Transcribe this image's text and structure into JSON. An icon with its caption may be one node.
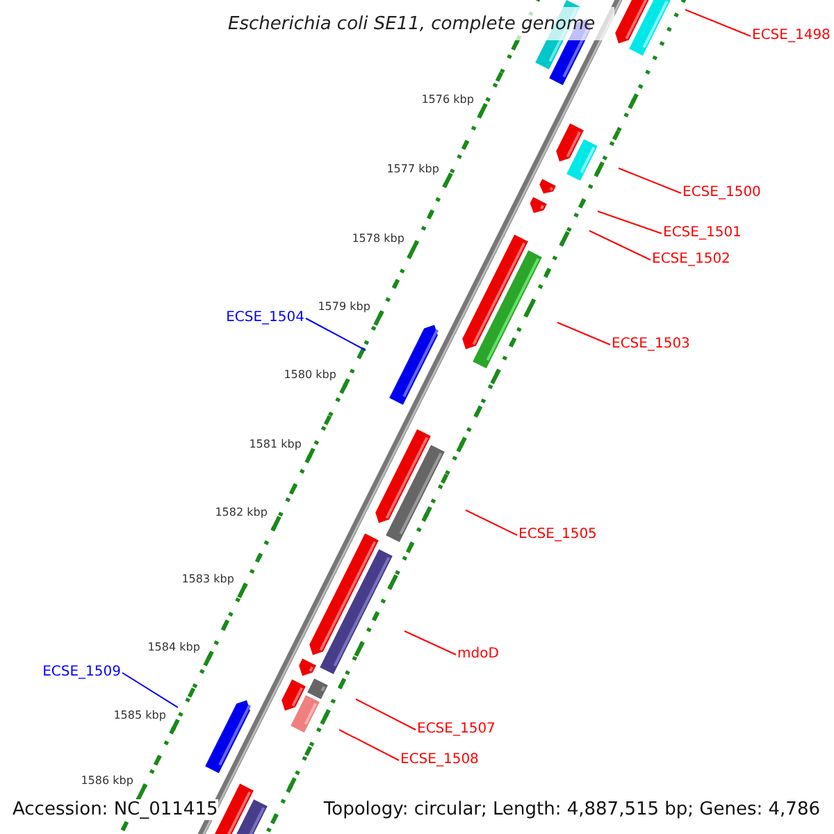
{
  "diagram": {
    "title": "Escherichia coli SE11, complete genome",
    "nodes": [
      {
        "text": [
          "ECSE_1498"
        ]
      },
      {
        "text": [
          "ECSE_1500"
        ]
      },
      {
        "text": [
          "ECSE_1501"
        ]
      },
      {
        "text": [
          "ECSE_1502"
        ]
      },
      {
        "text": [
          "ECSE_1504"
        ]
      },
      {
        "text": [
          "ECSE_1503"
        ]
      },
      {
        "text": [
          "ECSE_1505"
        ]
      },
      {
        "text": [
          "mdoD"
        ]
      },
      {
        "text": [
          "ECSE_1509"
        ]
      },
      {
        "text": [
          "ECSE_1507"
        ]
      },
      {
        "text": [
          "ECSE_1508"
        ]
      }
    ],
    "edges": [
      {
        "from": 0,
        "to": null,
        "arrow": "none"
      },
      {
        "from": 1,
        "to": null,
        "arrow": "none"
      },
      {
        "from": 2,
        "to": null,
        "arrow": "none"
      },
      {
        "from": 3,
        "to": null,
        "arrow": "none"
      },
      {
        "from": 4,
        "to": null,
        "arrow": "none",
        "color": "#0000ff"
      },
      {
        "from": 5,
        "to": null,
        "arrow": "none"
      },
      {
        "from": 6,
        "to": null,
        "arrow": "none"
      },
      {
        "from": 7,
        "to": null,
        "arrow": "none"
      },
      {
        "from": 8,
        "to": null,
        "arrow": "none",
        "color": "#0000ff"
      },
      {
        "from": 9,
        "to": null,
        "arrow": "none"
      },
      {
        "from": 10,
        "to": null,
        "arrow": "none"
      }
    ],
    "labels": [
      "1576 kbp",
      "1577 kbp",
      "1578 kbp",
      "1579 kbp",
      "1580 kbp",
      "1581 kbp",
      "1582 kbp",
      "1583 kbp",
      "1584 kbp",
      "1585 kbp",
      "1586 kbp",
      "Accession: NC_011415",
      "Topology: circular; Length: 4,887,515 bp; Genes: 4,786"
    ]
  }
}
